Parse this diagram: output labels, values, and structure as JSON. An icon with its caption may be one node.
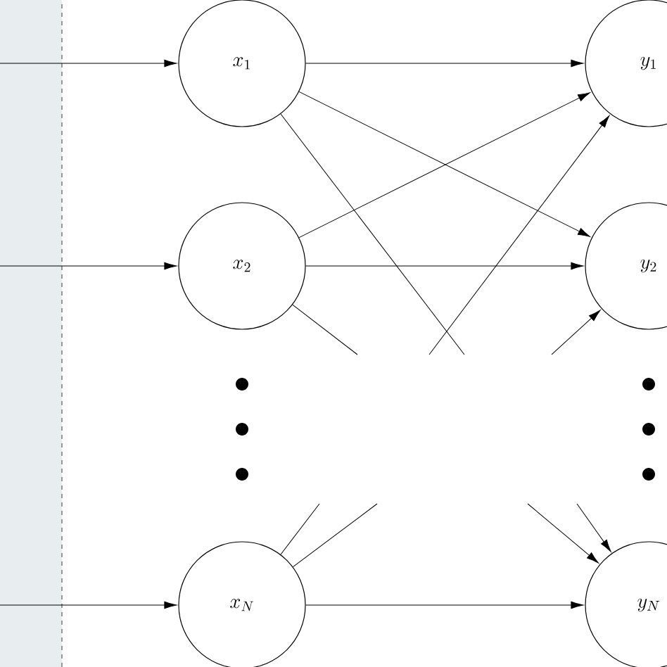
{
  "diagram": {
    "nodes": [
      {
        "text": [],
        "shape": "box"
      },
      {
        "text": [
          "x_1"
        ]
      },
      {
        "text": [
          "x_2"
        ]
      },
      {
        "text": [
          "x_N"
        ]
      },
      {
        "text": [
          "y_1"
        ]
      },
      {
        "text": [
          "y_2"
        ]
      },
      {
        "text": [
          "y_N"
        ]
      }
    ],
    "edges": [
      {
        "from": 0,
        "to": 1,
        "arrow": "to"
      },
      {
        "from": 0,
        "to": 2,
        "arrow": "to"
      },
      {
        "from": 0,
        "to": 3,
        "arrow": "to"
      },
      {
        "from": 1,
        "to": 4,
        "arrow": "to"
      },
      {
        "from": 1,
        "to": 5,
        "arrow": "to"
      },
      {
        "from": 1,
        "to": null,
        "arrow": "none"
      },
      {
        "from": 2,
        "to": 4,
        "arrow": "to"
      },
      {
        "from": 2,
        "to": 5,
        "arrow": "to"
      },
      {
        "from": 2,
        "to": null,
        "arrow": "none"
      },
      {
        "from": null,
        "to": 4,
        "arrow": "to"
      },
      {
        "from": null,
        "to": 5,
        "arrow": "to"
      },
      {
        "from": 3,
        "to": null,
        "arrow": "none"
      },
      {
        "from": 3,
        "to": null,
        "arrow": "none"
      },
      {
        "from": null,
        "to": 6,
        "arrow": "to"
      },
      {
        "from": null,
        "to": 6,
        "arrow": "to"
      },
      {
        "from": 3,
        "to": 6,
        "arrow": "to"
      }
    ]
  }
}
